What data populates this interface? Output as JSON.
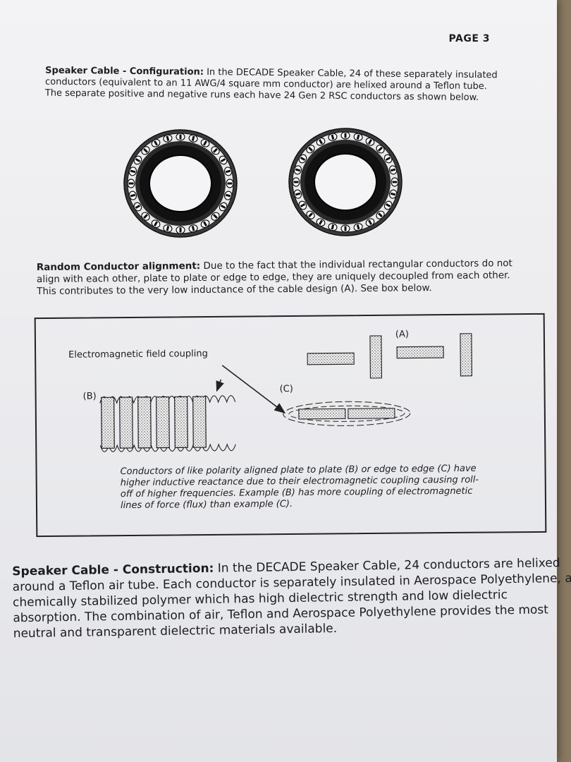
{
  "page": {
    "label": "PAGE 3"
  },
  "configuration": {
    "heading": "Speaker Cable - Configuration:",
    "body": "In the DECADE Speaker Cable, 24 of these separately insulated conductors (equivalent to an 11 AWG/4 square mm conductor) are helixed around a Teflon tube. The separate positive and negative runs each have 24 Gen 2 RSC conductors as shown below."
  },
  "alignment": {
    "heading": "Random Conductor alignment:",
    "body": "Due to the fact that the individual rectangular conductors do not align with each other, plate to plate or edge to edge, they are uniquely decoupled from each other. This contributes to the very low inductance of the cable design (A). See box below."
  },
  "diagram_box": {
    "em_label": "Electromagnetic field coupling",
    "label_a": "(A)",
    "label_b": "(B)",
    "label_c": "(C)",
    "caption": "Conductors of like polarity aligned plate to plate (B) or edge to edge (C) have higher inductive reactance due to their electromagnetic coupling causing roll-off of higher frequencies. Example (B) has more coupling of electromagnetic lines of force (flux) than example (C)."
  },
  "construction": {
    "heading": "Speaker Cable - Construction:",
    "body": "In the DECADE Speaker Cable, 24 conductors are helixed around a Teflon air tube. Each conductor is separately insulated in Aerospace Polyethylene, a chemically stabilized polymer which has high dielectric strength and low dielectric absorption. The combination of air, Teflon and Aerospace Polyethylene provides the most neutral and transparent dielectric materials available."
  },
  "colors": {
    "ink": "#1d1d1f",
    "paper": "#eeeef1"
  }
}
